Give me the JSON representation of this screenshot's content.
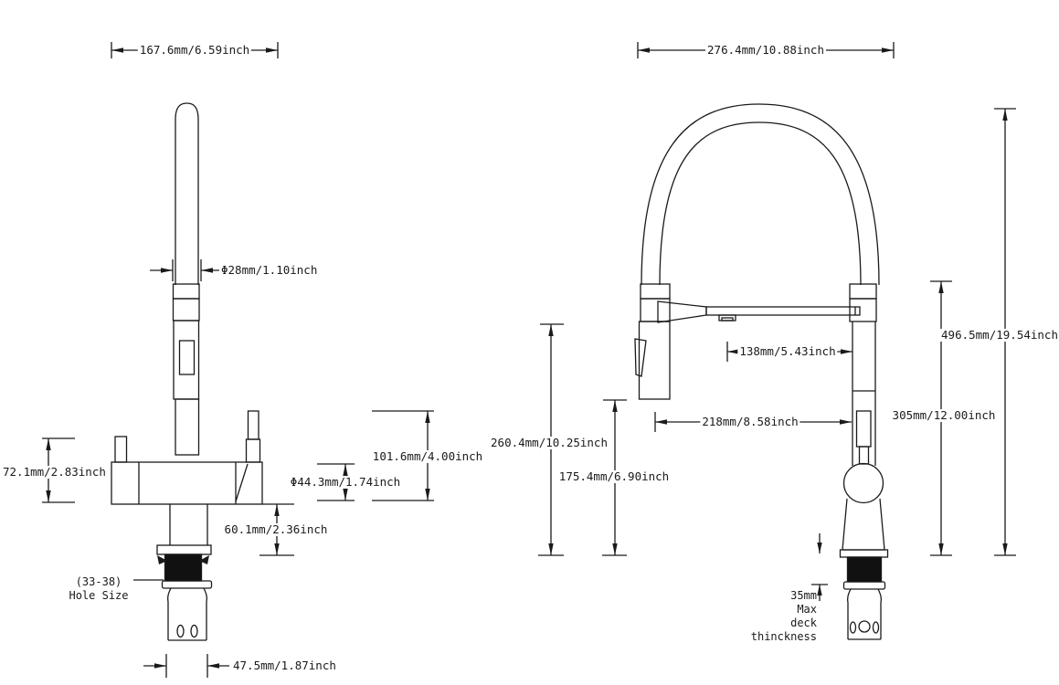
{
  "drawing": {
    "type": "faucet-dimension-diagram",
    "colors": {
      "line": "#1a1a1a",
      "background": "#ffffff",
      "thread_fill": "#111111"
    },
    "left_view": {
      "dims": {
        "top_width": "167.6mm/6.59inch",
        "spout_diameter": "Φ28mm/1.10inch",
        "handle_height": "72.1mm/2.83inch",
        "spout_clearance": "101.6mm/4.00inch",
        "body_diameter": "Φ44.3mm/1.74inch",
        "body_to_deck": "60.1mm/2.36inch",
        "base_width": "47.5mm/1.87inch"
      },
      "hole_note": {
        "line1": "(33-38)",
        "line2": "Hole Size"
      }
    },
    "right_view": {
      "dims": {
        "top_width": "276.4mm/10.88inch",
        "arm_reach": "138mm/5.43inch",
        "spout_reach": "218mm/8.58inch",
        "hose_end_height": "260.4mm/10.25inch",
        "outlet_height": "175.4mm/6.90inch",
        "total_height": "496.5mm/19.54inch",
        "column_height": "305mm/12.00inch"
      },
      "deck_note": {
        "line1": "35mm",
        "line2": "Max",
        "line3": "deck",
        "line4": "thinckness"
      }
    }
  }
}
